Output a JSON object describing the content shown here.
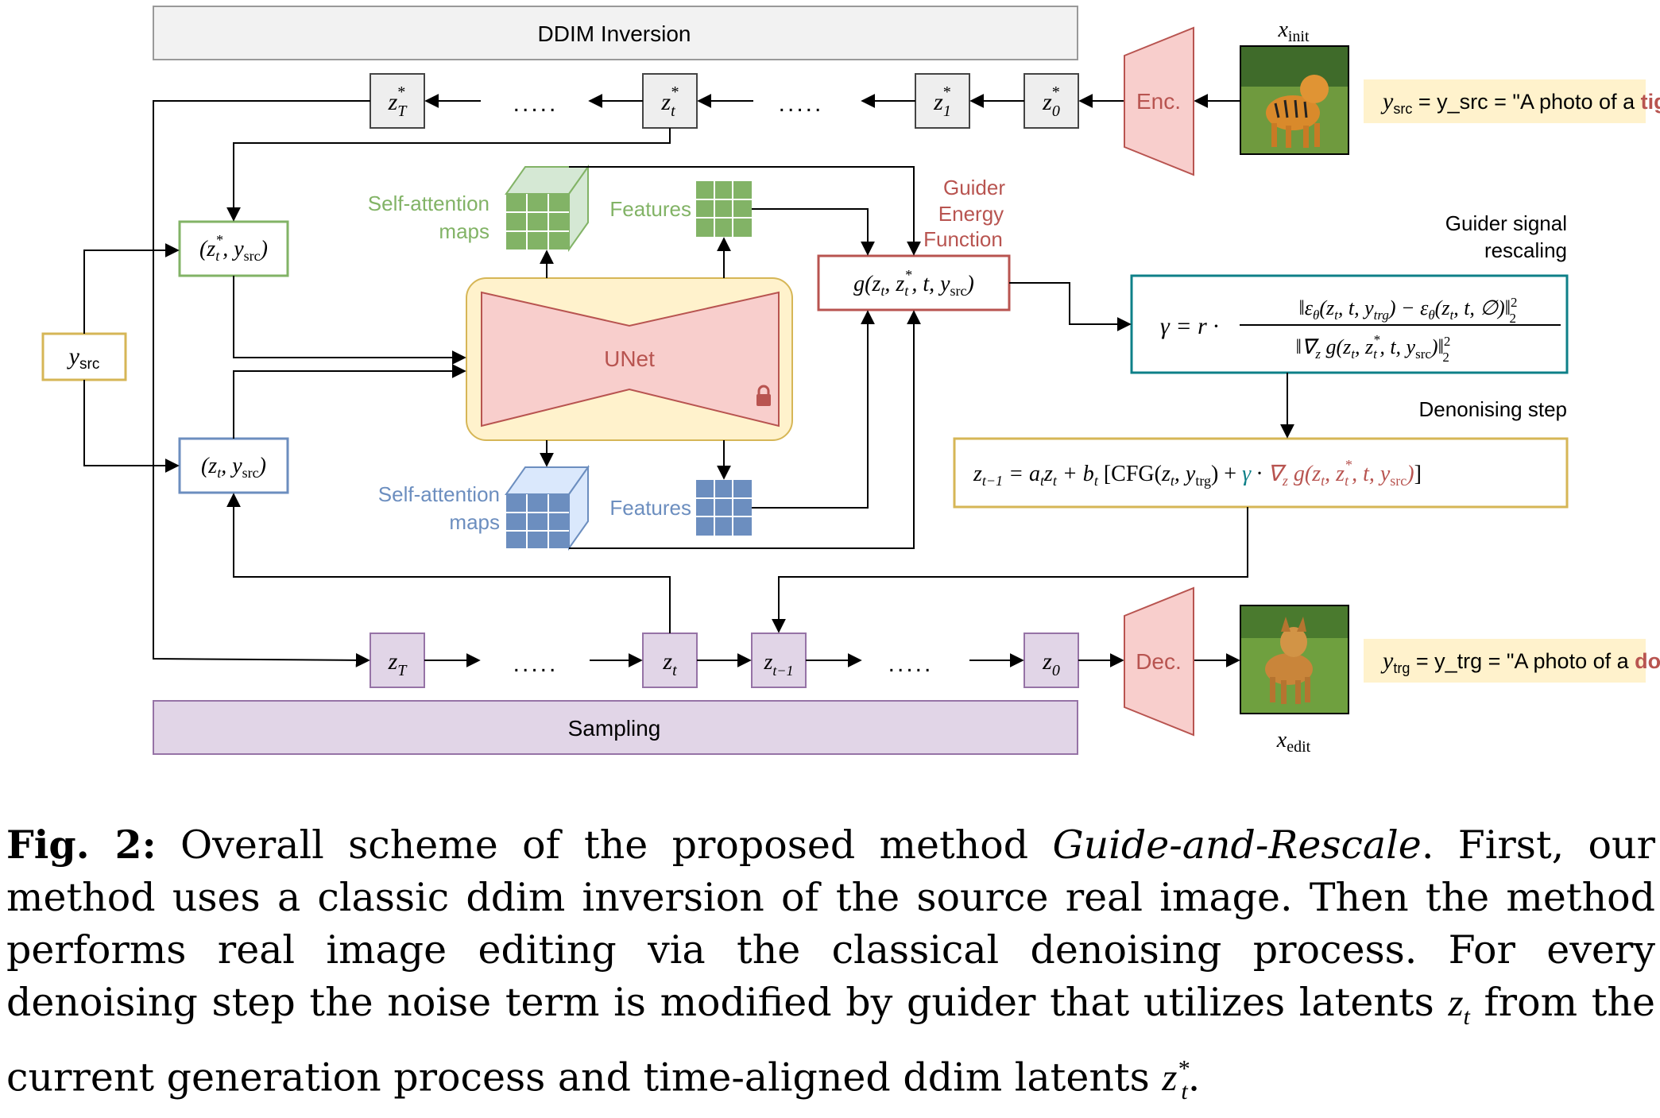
{
  "colors": {
    "inversion_fill": "#f2f2f2",
    "sampling_fill": "#e1d5e7",
    "sampling_stroke": "#9673a6",
    "green": "#82b366",
    "blue": "#6c8ebf",
    "gold": "#d6b656",
    "red_box": "#b85450",
    "teal": "#0e8088",
    "unet_fill": "#f8cecc",
    "prompt_fill": "#fff2cc"
  },
  "diagram": {
    "inversion_label": "DDIM Inversion",
    "sampling_label": "Sampling",
    "dots": ".....",
    "z_init_label": "x_init",
    "z_edit_label": "x_edit",
    "enc_label": "Enc.",
    "dec_label": "Dec.",
    "unet_label": "UNet",
    "lock_icon": "lock-icon",
    "sa_maps_top": [
      "Self-attention",
      "maps"
    ],
    "sa_maps_bottom": [
      "Self-attention",
      "maps"
    ],
    "features_top": "Features",
    "features_bottom": "Features",
    "guider_title": [
      "Guider",
      "Energy",
      "Function"
    ],
    "guider_formula": "g(z_t, z*_t, t, y_src)",
    "rescale_title": [
      "Guider signal",
      "rescaling"
    ],
    "denoise_title": "Denonising step",
    "y_src_box": "y_src",
    "pair_top": "(z*_t, y_src)",
    "pair_bottom": "(z_t, y_src)",
    "prompt_src": {
      "prefix": "y_src = \"A photo of a ",
      "word": "tiger",
      "suffix": "\""
    },
    "prompt_trg": {
      "prefix": "y_trg = \"A photo of a ",
      "word": "dog",
      "suffix": "\""
    },
    "top_nodes": [
      "z*_T",
      "z*_t",
      "z*_1",
      "z*_0"
    ],
    "bottom_nodes": [
      "z_T",
      "z_t",
      "z_t-1",
      "z_0"
    ],
    "tiger_image": "tiger-photo",
    "dog_image": "dog-photo"
  },
  "caption": {
    "label": "Fig. 2:",
    "part1": "Overall scheme of the proposed method",
    "method": "Guide-and-Rescale",
    "part2": ". First, our method uses a classic ddim inversion of the source real image. Then the method performs real image editing via the classical denoising process. For every denoising step the noise term is modified by guider that utilizes latents",
    "part3": "from the current generation process and time-aligned ddim latents",
    "end": "."
  }
}
